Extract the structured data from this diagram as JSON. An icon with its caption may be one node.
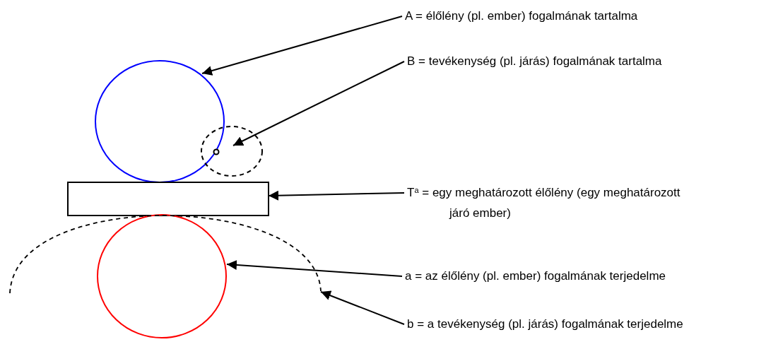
{
  "diagram": {
    "nodes": [
      {
        "text": [
          "A = élőlény (pl. ember) fogalmának tartalma"
        ]
      },
      {
        "text": [
          "B = tevékenység (pl. járás) fogalmának tartalma"
        ]
      },
      {
        "text": [
          "T$^{a}$ = egy meghatározott élőlény (egy meghatározott járó ember)"
        ]
      },
      {
        "text": [
          "a = az élőlény (pl. ember) fogalmának terjedelme"
        ]
      },
      {
        "text": [
          "b = a tevékenység (pl. járás) fogalmának terjedelme"
        ]
      },
      {
        "text": [],
        "shape": "circle"
      },
      {
        "text": [],
        "shape": "circle"
      },
      {
        "text": [],
        "shape": "box"
      },
      {
        "text": [],
        "shape": "circle"
      },
      {
        "text": [],
        "shape": "arc"
      }
    ],
    "edges": [
      {
        "from": 0,
        "to": 5,
        "arrow": "to"
      },
      {
        "from": 1,
        "to": 6,
        "arrow": "to"
      },
      {
        "from": 2,
        "to": 7,
        "arrow": "to"
      },
      {
        "from": 3,
        "to": 8,
        "arrow": "to"
      },
      {
        "from": 4,
        "to": 9,
        "arrow": "to"
      }
    ]
  }
}
